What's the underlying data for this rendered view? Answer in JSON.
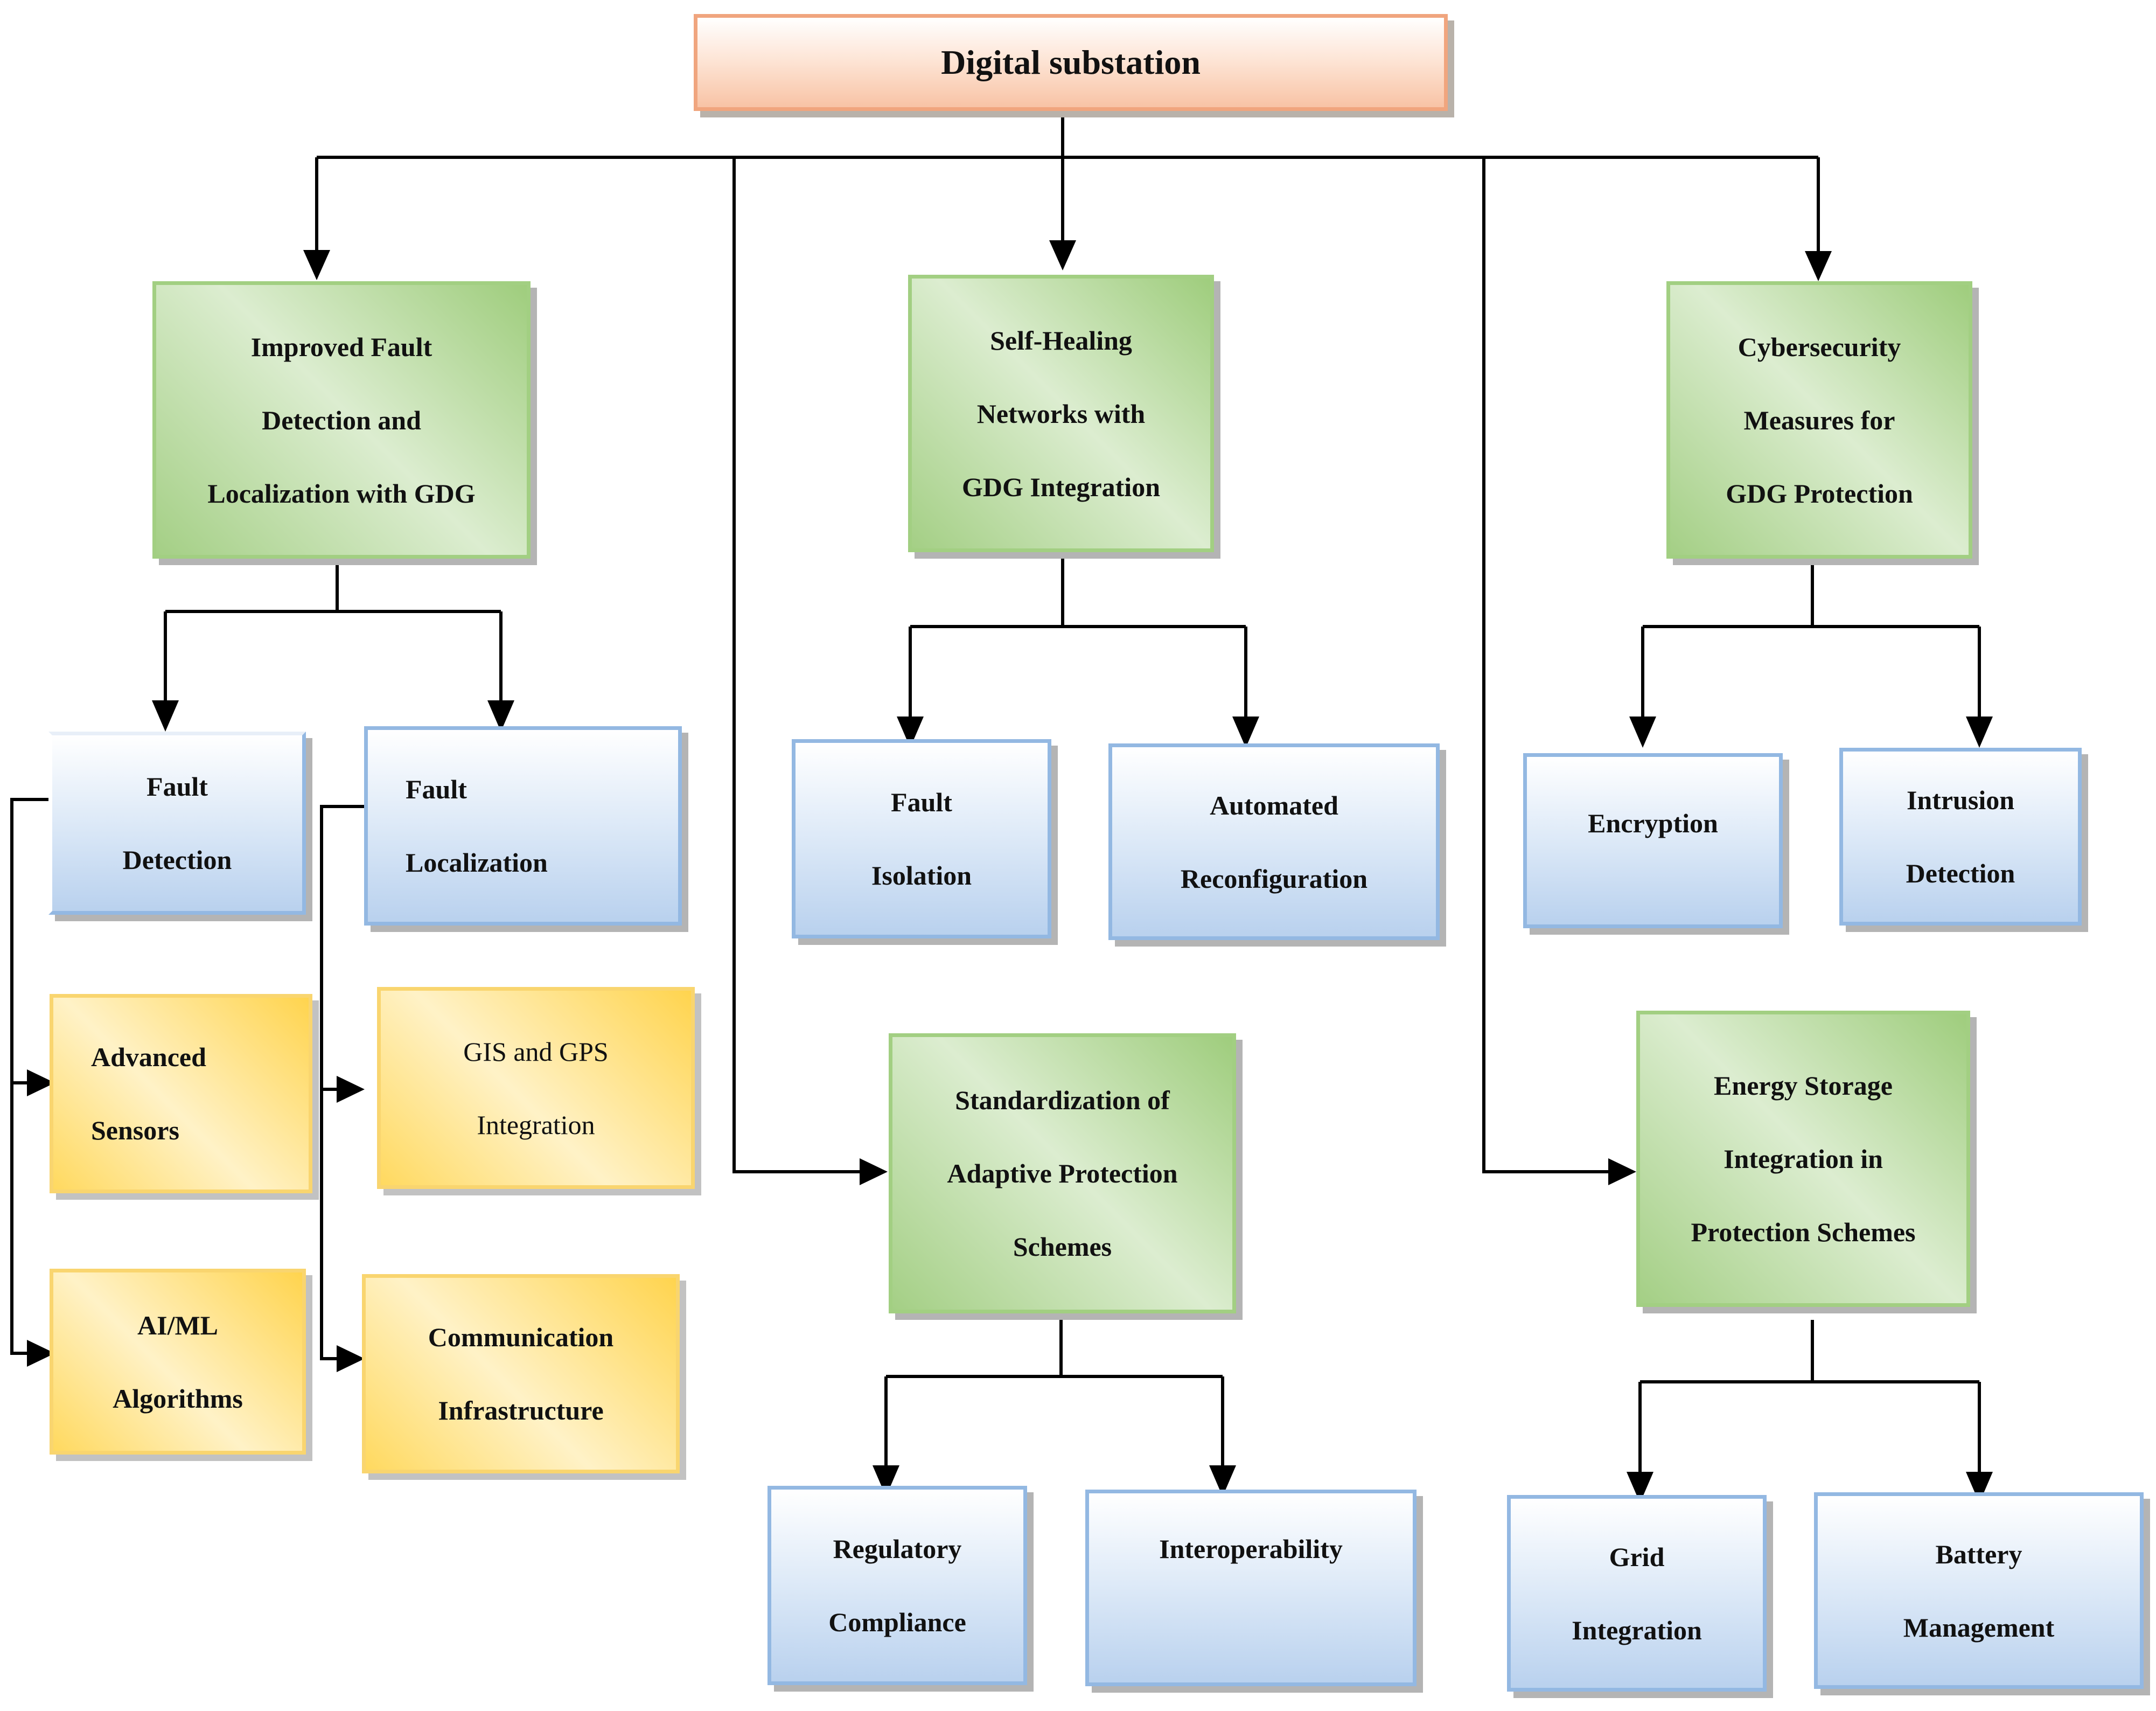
{
  "root": {
    "title": "Digital substation"
  },
  "branches": {
    "fault": {
      "title": [
        "Improved Fault",
        "Detection and",
        "Localization with GDG"
      ],
      "detection": [
        "Fault",
        "Detection"
      ],
      "localization": [
        "Fault",
        "Localization"
      ],
      "sensors": [
        "Advanced",
        "Sensors"
      ],
      "ai": [
        "AI/ML",
        "Algorithms"
      ],
      "gis": [
        "GIS and GPS",
        "Integration"
      ],
      "communication": [
        "Communication",
        "Infrastructure"
      ]
    },
    "healing": {
      "title": [
        "Self-Healing",
        "Networks with",
        "GDG Integration"
      ],
      "isolation": [
        "Fault",
        "Isolation"
      ],
      "reconfiguration": [
        "Automated",
        "Reconfiguration"
      ]
    },
    "cyber": {
      "title": [
        "Cybersecurity",
        "Measures for",
        "GDG Protection"
      ],
      "encryption": "Encryption",
      "intrusion": [
        "Intrusion",
        "Detection"
      ]
    },
    "standard": {
      "title": [
        "Standardization of",
        "Adaptive Protection",
        "Schemes"
      ],
      "regulatory": [
        "Regulatory",
        "Compliance"
      ],
      "interop": "Interoperability"
    },
    "storage": {
      "title": [
        "Energy Storage",
        "Integration in",
        "Protection Schemes"
      ],
      "grid": [
        "Grid",
        "Integration"
      ],
      "battery": [
        "Battery",
        "Management"
      ]
    }
  }
}
